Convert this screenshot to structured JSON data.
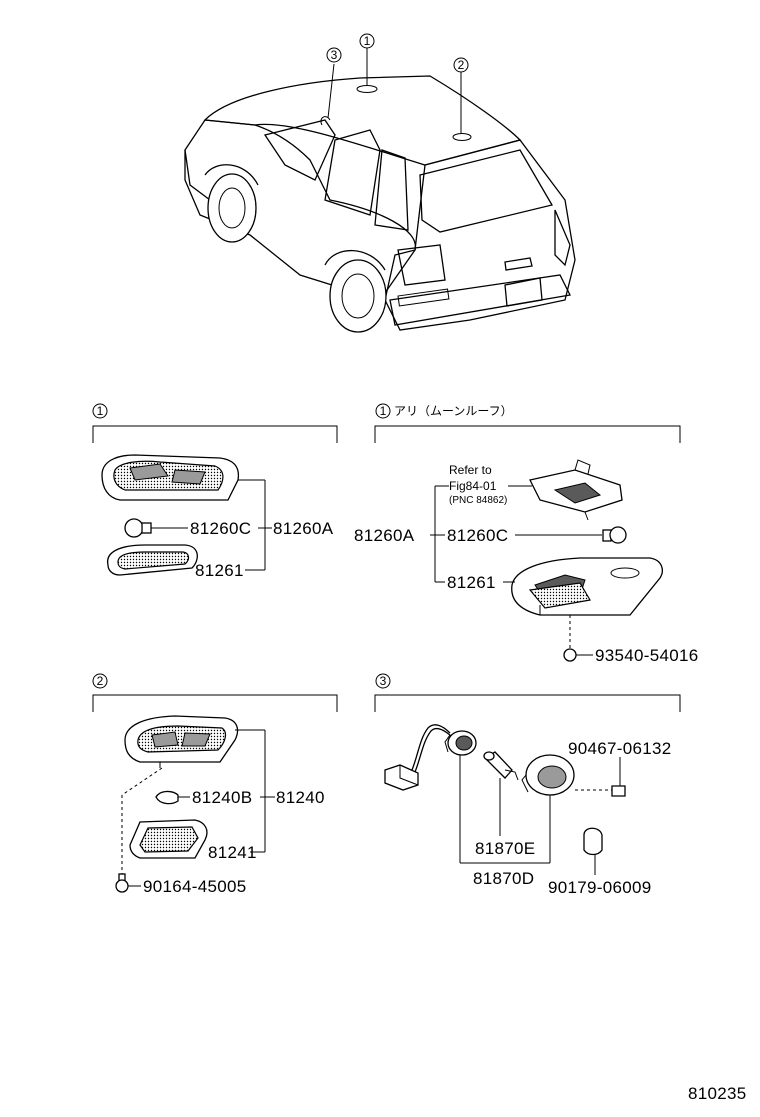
{
  "car": {
    "callouts": [
      "3",
      "1",
      "2"
    ]
  },
  "sections": {
    "s1": {
      "marker": "1"
    },
    "s1b": {
      "marker": "1",
      "label": "アリ（ムーンルーフ）"
    },
    "s2": {
      "marker": "2"
    },
    "s3": {
      "marker": "3"
    }
  },
  "parts": {
    "p81260C_a": "81260C",
    "p81260A_a": "81260A",
    "p81261_a": "81261",
    "refer_line1": "Refer to",
    "refer_line2": "Fig84-01",
    "refer_line3": "(PNC 84862)",
    "p81260A_b": "81260A",
    "p81260C_b": "81260C",
    "p81261_b": "81261",
    "p93540": "93540-54016",
    "p81240B": "81240B",
    "p81240": "81240",
    "p81241": "81241",
    "p90164": "90164-45005",
    "p90467": "90467-06132",
    "p81870E": "81870E",
    "p81870D": "81870D",
    "p90179": "90179-06009"
  },
  "figure_number": "810235"
}
